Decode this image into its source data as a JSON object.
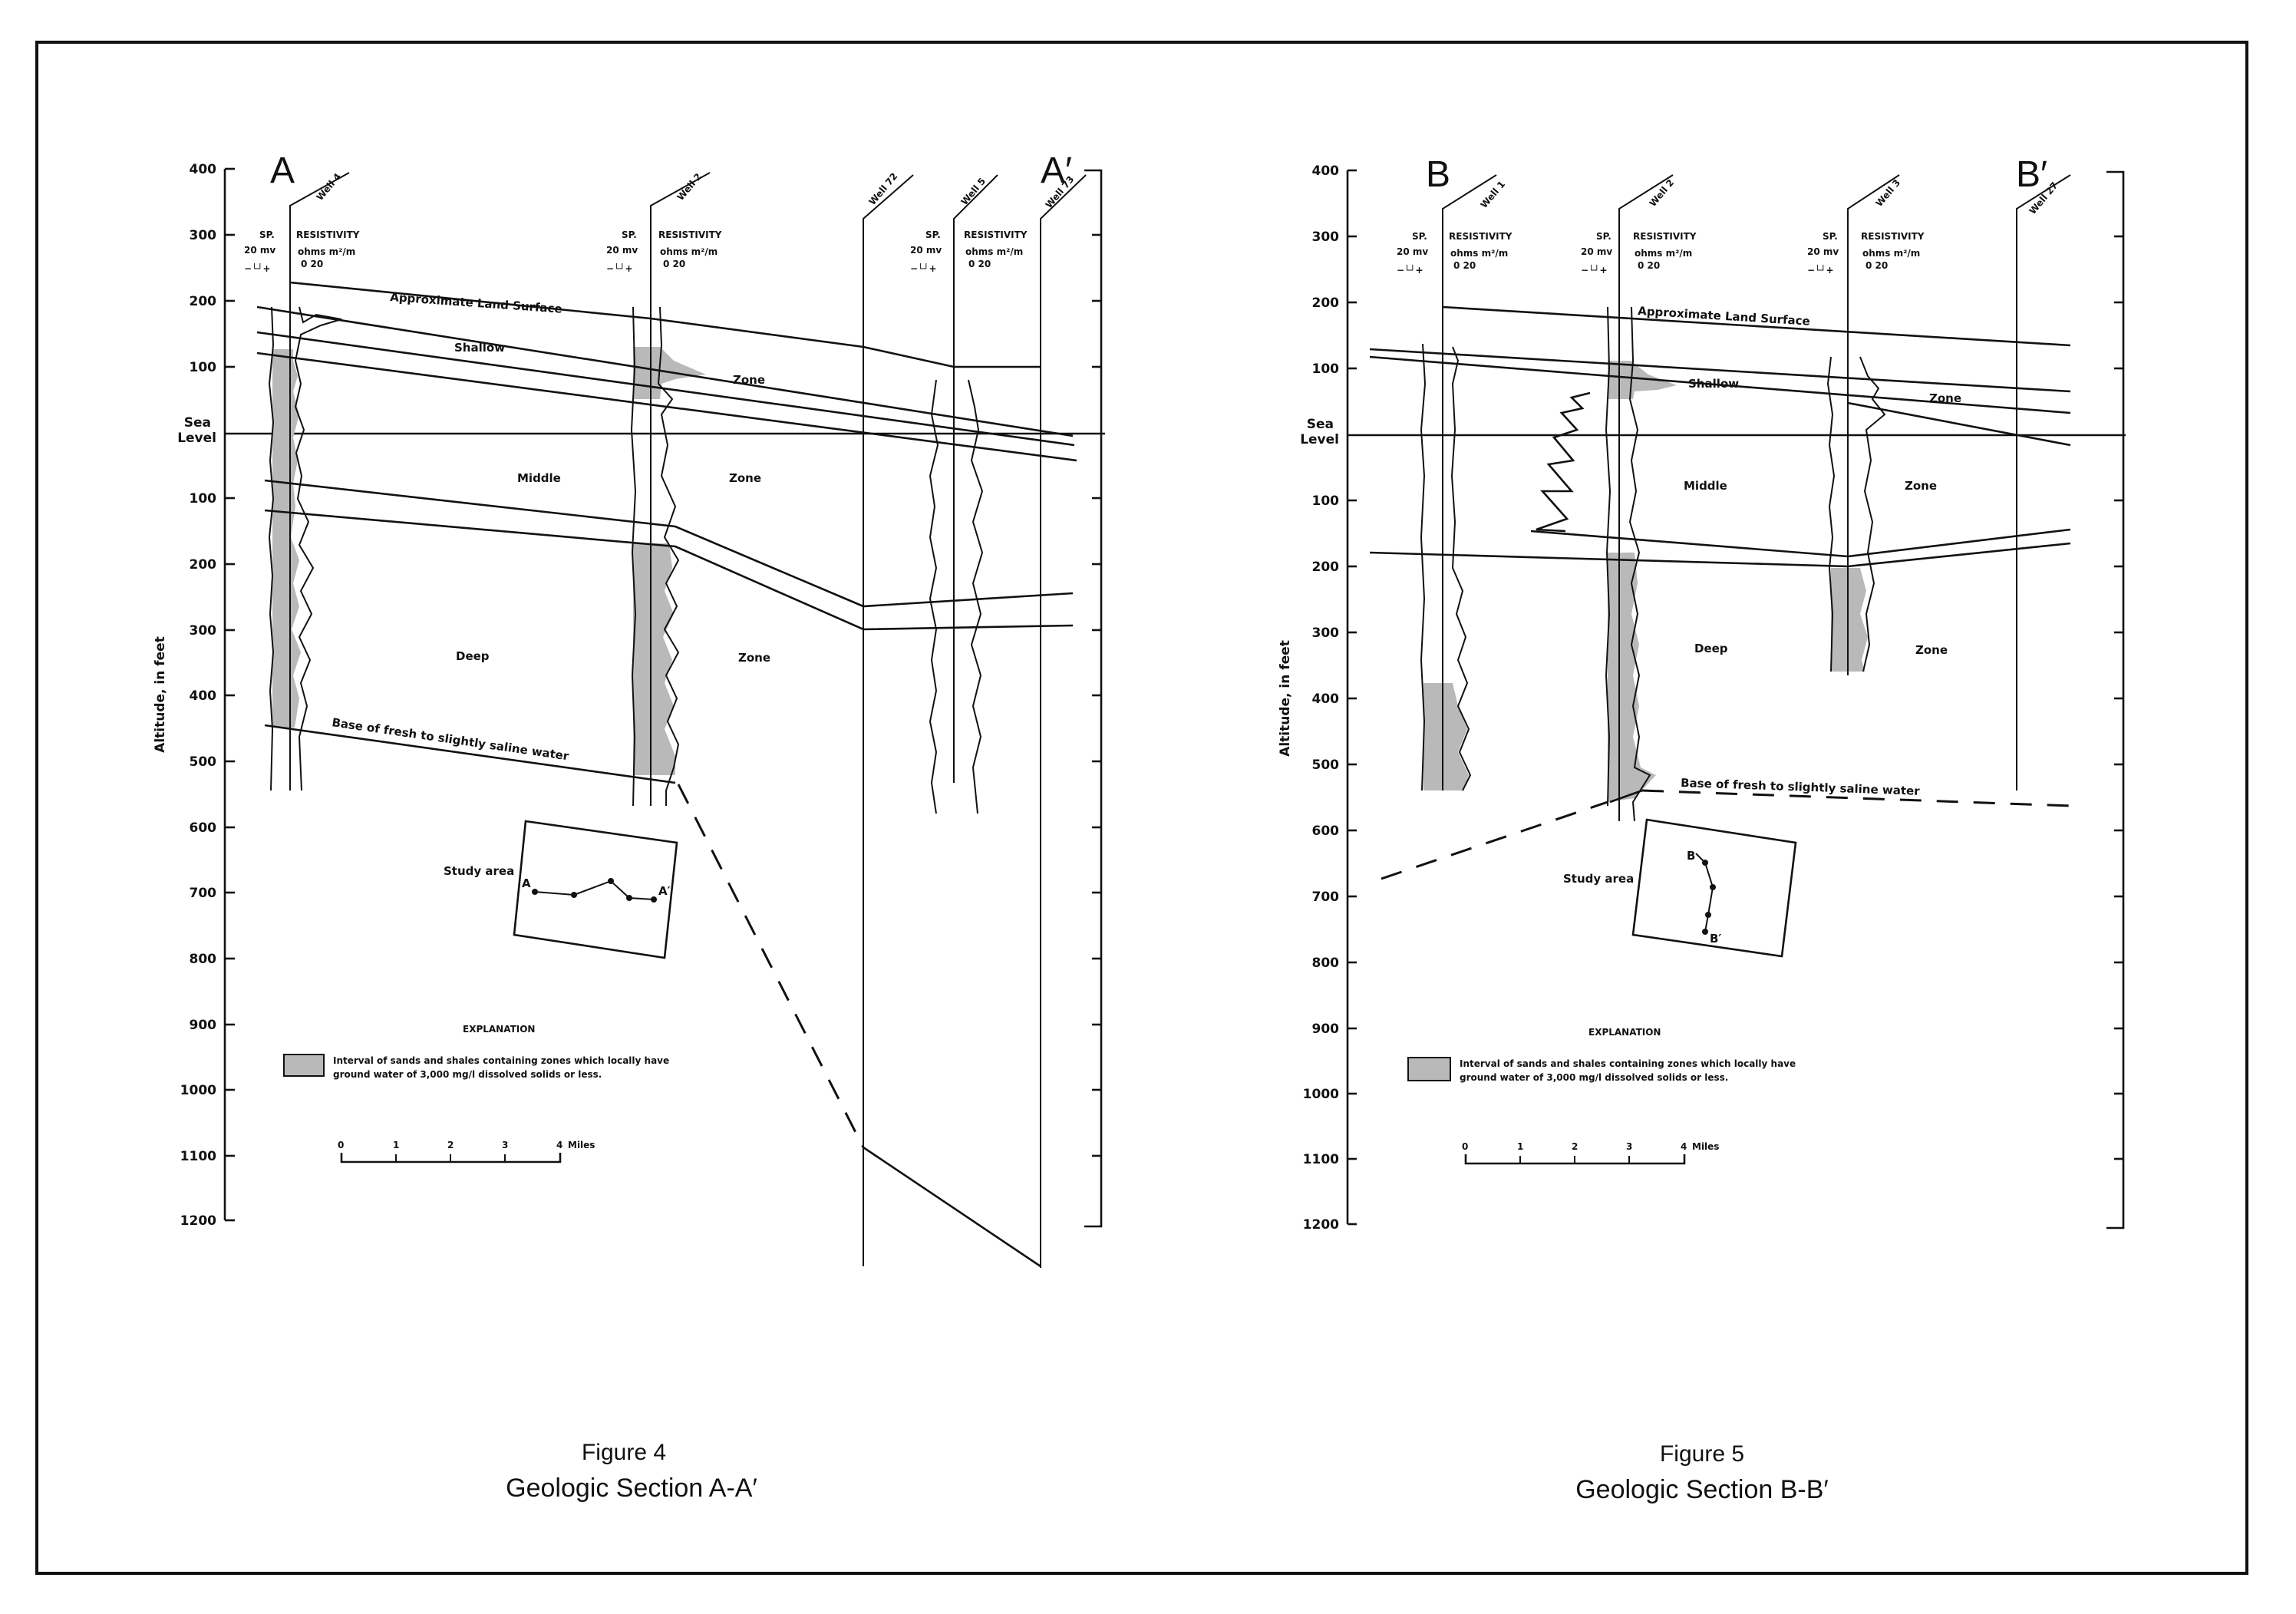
{
  "sheet": {
    "colors": {
      "ink": "#111111",
      "shade": "#b9b9b9",
      "paper": "#ffffff"
    }
  },
  "figure4": {
    "figure_label": "Figure 4",
    "title": "Geologic Section A-A′",
    "section_start": "A",
    "section_end": "A′",
    "y_axis_title": "Altitude, in feet",
    "y_ticks_above": [
      "400",
      "300",
      "200",
      "100"
    ],
    "sea_level": [
      "Sea",
      "Level"
    ],
    "y_ticks_below": [
      "100",
      "200",
      "300",
      "400",
      "500",
      "600",
      "700",
      "800",
      "900",
      "1000",
      "1100",
      "1200"
    ],
    "wells": [
      "Well 4",
      "Well 2",
      "Well 72",
      "Well 5",
      "Well 73"
    ],
    "log_headers": {
      "sp": "SP.",
      "sp_scale": "20 mv",
      "sp_sign": "−└┘+",
      "resistivity": "RESISTIVITY",
      "res_units": "ohms m²/m",
      "res_scale": "0   20"
    },
    "surface_label": "Approximate Land Surface",
    "zones": [
      "Shallow",
      "Zone",
      "Middle",
      "Zone",
      "Deep",
      "Zone"
    ],
    "base_label": "Base of fresh to slightly saline water",
    "study_area": "Study area",
    "inset_start": "A",
    "inset_end": "A′",
    "explanation_title": "EXPLANATION",
    "explanation_text": [
      "Interval of sands and shales containing zones which locally have",
      "ground water of 3,000 mg/l dissolved solids or less."
    ],
    "scale_ticks": [
      "0",
      "1",
      "2",
      "3",
      "4"
    ],
    "scale_unit": "Miles"
  },
  "figure5": {
    "figure_label": "Figure 5",
    "title": "Geologic Section B-B′",
    "section_start": "B",
    "section_end": "B′",
    "y_axis_title": "Altitude, in feet",
    "y_ticks_above": [
      "400",
      "300",
      "200",
      "100"
    ],
    "sea_level": [
      "Sea",
      "Level"
    ],
    "y_ticks_below": [
      "100",
      "200",
      "300",
      "400",
      "500",
      "600",
      "700",
      "800",
      "900",
      "1000",
      "1100",
      "1200"
    ],
    "wells": [
      "Well 1",
      "Well 2",
      "Well 3",
      "Well 27"
    ],
    "log_headers": {
      "sp": "SP.",
      "sp_scale": "20 mv",
      "sp_sign": "−└┘+",
      "resistivity": "RESISTIVITY",
      "res_units": "ohms m²/m",
      "res_scale": "0   20"
    },
    "surface_label": "Approximate Land Surface",
    "zones": [
      "Shallow",
      "Zone",
      "Middle",
      "Zone",
      "Deep",
      "Zone"
    ],
    "base_label": "Base of fresh to slightly saline water",
    "study_area": "Study area",
    "inset_start": "B",
    "inset_end": "B′",
    "explanation_title": "EXPLANATION",
    "explanation_text": [
      "Interval of sands and shales containing zones which locally have",
      "ground water of 3,000 mg/l dissolved solids or less."
    ],
    "scale_ticks": [
      "0",
      "1",
      "2",
      "3",
      "4"
    ],
    "scale_unit": "Miles"
  }
}
